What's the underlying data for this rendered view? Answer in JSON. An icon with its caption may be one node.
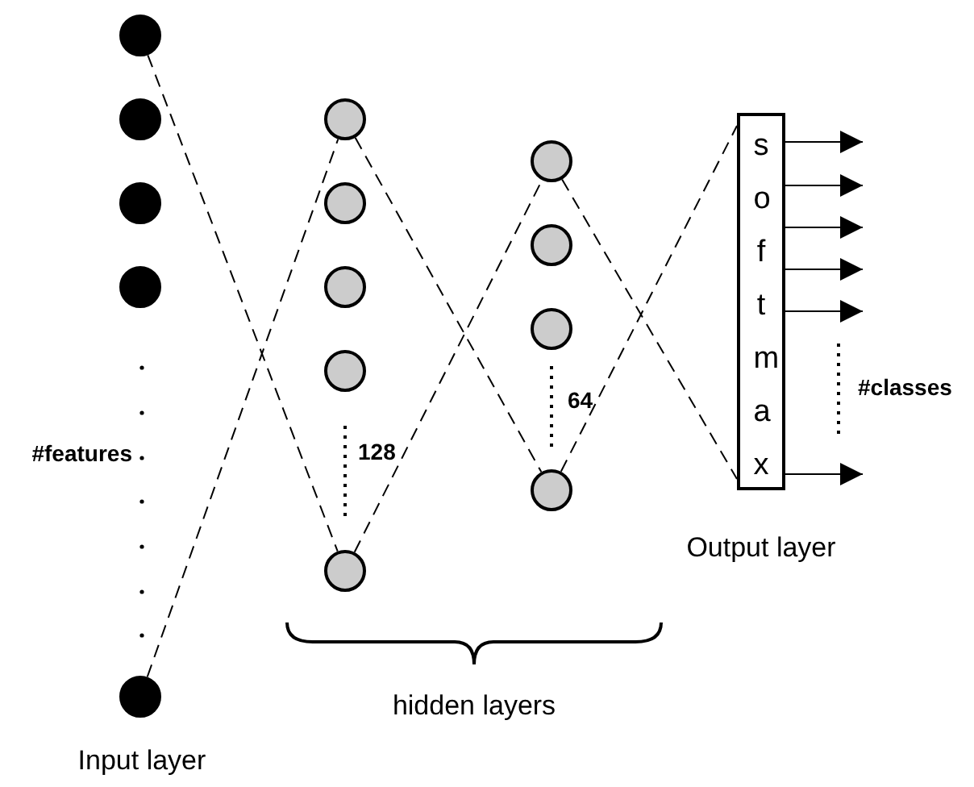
{
  "diagram": {
    "nodes": [
      {
        "text": [],
        "shape": "circle"
      },
      {
        "text": [],
        "shape": "circle"
      },
      {
        "text": [],
        "shape": "circle"
      },
      {
        "text": [],
        "shape": "circle"
      },
      {
        "text": [],
        "shape": "circle"
      },
      {
        "text": [],
        "shape": "circle"
      },
      {
        "text": [],
        "shape": "circle"
      },
      {
        "text": [],
        "shape": "circle"
      },
      {
        "text": [],
        "shape": "circle"
      },
      {
        "text": [],
        "shape": "circle"
      },
      {
        "text": [],
        "shape": "circle"
      },
      {
        "text": [],
        "shape": "circle"
      },
      {
        "text": [],
        "shape": "circle"
      },
      {
        "text": [],
        "shape": "circle"
      },
      {
        "text": [
          "softmax"
        ]
      }
    ],
    "edges": [
      {
        "from": 0,
        "to": 9,
        "arrow": "none",
        "style": "dashed"
      },
      {
        "from": 4,
        "to": 5,
        "arrow": "none",
        "style": "dashed"
      },
      {
        "from": 5,
        "to": 13,
        "arrow": "none",
        "style": "dashed"
      },
      {
        "from": 9,
        "to": 10,
        "arrow": "none",
        "style": "dashed"
      },
      {
        "from": 10,
        "to": 14,
        "arrow": "none",
        "style": "dashed"
      },
      {
        "from": 13,
        "to": 14,
        "arrow": "none",
        "style": "dashed"
      },
      {
        "from": 14,
        "to": null,
        "arrow": "to"
      },
      {
        "from": 14,
        "to": null,
        "arrow": "to"
      },
      {
        "from": 14,
        "to": null,
        "arrow": "to"
      },
      {
        "from": 14,
        "to": null,
        "arrow": "to"
      },
      {
        "from": 14,
        "to": null,
        "arrow": "to"
      },
      {
        "from": 14,
        "to": null,
        "arrow": "to"
      }
    ],
    "labels": [
      "#features",
      "128",
      "64",
      "#classes",
      "Output layer",
      "hidden layers",
      "Input layer"
    ]
  }
}
